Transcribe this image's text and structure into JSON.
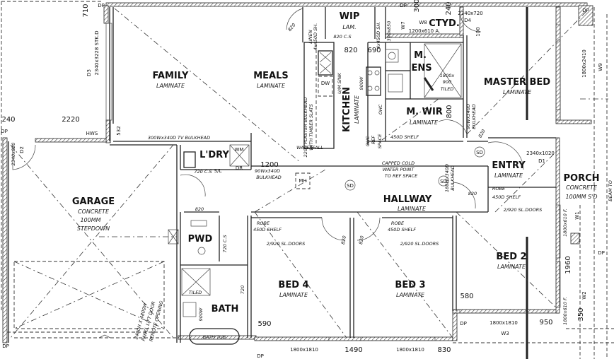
{
  "rooms": {
    "family": {
      "label": "FAMILY",
      "floor": "LAMINATE"
    },
    "meals": {
      "label": "MEALS",
      "floor": "LAMINATE"
    },
    "wip": {
      "label": "WIP",
      "floor": "LAM."
    },
    "ctyd": {
      "label": "CTYD."
    },
    "ens": {
      "label1": "M.",
      "label2": "ENS"
    },
    "master": {
      "label": "MASTER BED",
      "floor": "LAMINATE"
    },
    "kitchen": {
      "label": "KITCHEN",
      "floor": "LAMINATE"
    },
    "wir": {
      "label": "M. WIR",
      "floor": "LAMINATE"
    },
    "ldry": {
      "label": "L'DRY"
    },
    "entry": {
      "label": "ENTRY",
      "floor": "LAMINATE"
    },
    "porch": {
      "label": "PORCH",
      "floor1": "CONCRETE",
      "floor2": "100MM S'D"
    },
    "hallway": {
      "label": "HALLWAY",
      "floor": "LAMINATE"
    },
    "garage": {
      "label": "GARAGE",
      "floor1": "CONCRETE",
      "floor2": "100MM",
      "floor3": "STEPDOWN"
    },
    "pwd": {
      "label": "PWD"
    },
    "bath": {
      "label": "BATH"
    },
    "bed4": {
      "label": "BED 4",
      "floor": "LAMINATE"
    },
    "bed3": {
      "label": "BED 3",
      "floor": "LAMINATE"
    },
    "bed2": {
      "label": "BED 2",
      "floor": "LAMINATE"
    }
  },
  "annotations": {
    "d710": "710",
    "dp": "DP",
    "d3_size": "2340x3228 STK.D",
    "d3": "D3",
    "d240": "240",
    "d2220": "2220",
    "hws": "HWS",
    "d532": "532",
    "tv_bulkhead": "300Wx340D TV BULKHEAD",
    "d2_size": "2340x820",
    "d2": "D2",
    "wm": "WM",
    "dr": "DR",
    "sl": "S/L",
    "d1200": "1200",
    "d820": "820",
    "linen": "LINEN",
    "linen_sh": "4x450D SH.",
    "cs820": "820 C.S",
    "wip_sh": "4x450D SH.",
    "d690": "690",
    "plaster1": "2200 PLASTER BULKHEAD",
    "plaster2": "WITH TIMBER SLATS",
    "um_sink": "U/M SINK",
    "dw": "DW",
    "w900": "900W",
    "ohc": "OHC",
    "ref_ohc": "OHC",
    "ref": "REF",
    "space": "SPACE",
    "waterfall": "WATERFALL",
    "w7_size": "300x850",
    "w7": "W7",
    "d300": "300",
    "w8": "W8",
    "w8_size": "1200x610 A.",
    "d4_size": "2340x720",
    "d4": "D4",
    "d100": "100",
    "shower1": "1800x",
    "shower2": "900",
    "shower3": "TILED",
    "d800": "800",
    "bulk90a": "90Wx340D",
    "bulk90b": "BULKHEAD",
    "shelf450": "450D SHELF",
    "capped1": "CAPPED COLD",
    "capped2": "WATER POINT",
    "capped3": "TO REF SPACE",
    "bulk180a": "180Wx340D",
    "bulk180b": "BULKHEAD",
    "sd": "SD",
    "d1_size": "2340x1020",
    "d1": "D1",
    "w9_size": "1800x2410",
    "w9": "W9",
    "beam": "BEAM TO",
    "cs720": "720 C.S",
    "bulk90c": "90Wx340D",
    "bulk90d": "BULKHEAD",
    "mh": "MH",
    "robe": "ROBE",
    "robe_shelf": "450D SHELF",
    "sl_doors": "2/920 SL.DOORS",
    "gd1": "2400H X 4800W",
    "gd2": "PANEL LIFT DOOR",
    "gd3": "REMOTE OPENING",
    "cs720v": "720 C.S",
    "tiled": "TILED",
    "d720": "720",
    "bath_tub": "BATH TUB",
    "d590": "590",
    "w1810": "1800x1810",
    "d1490": "1490",
    "d830": "830",
    "d580": "580",
    "w3": "W3",
    "d950": "950",
    "w1_size": "1800x610 F.",
    "w1": "W1",
    "d1960": "1960",
    "w2_size": "1800x610 F.",
    "w2": "W2",
    "d350": "350"
  }
}
